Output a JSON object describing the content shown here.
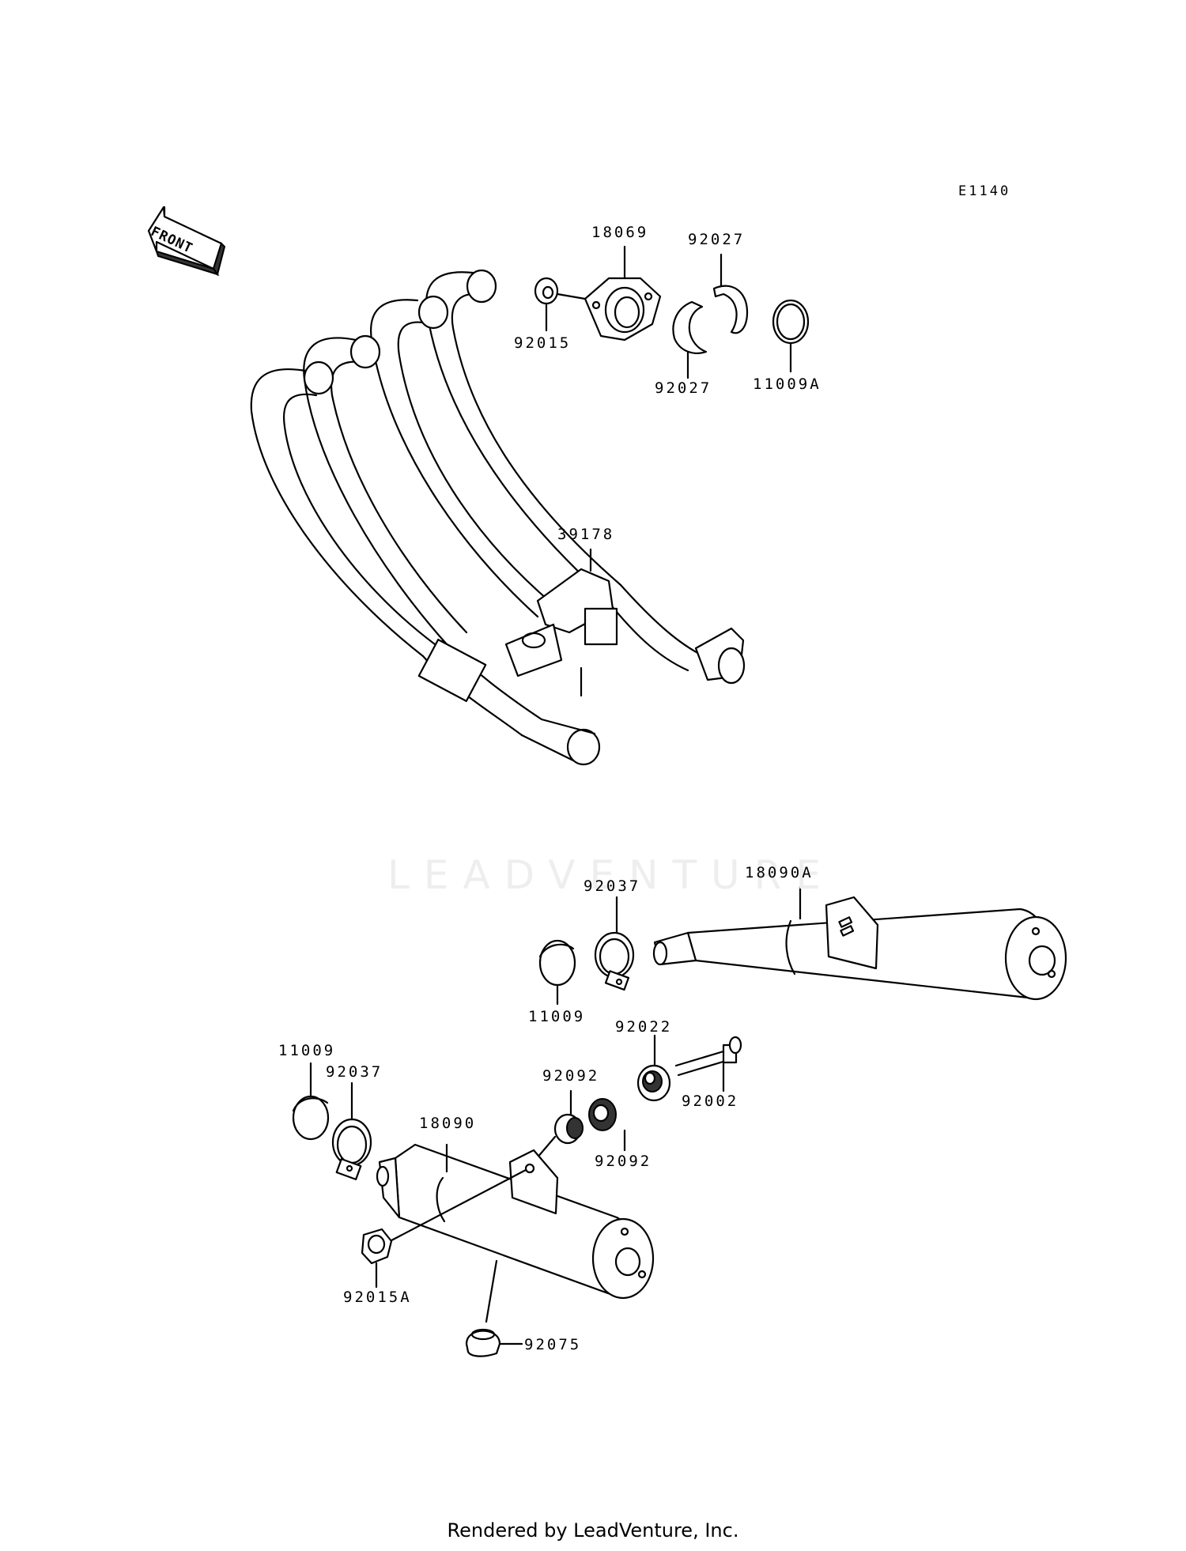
{
  "diagram_code": "E1140",
  "front_label": "FRONT",
  "watermark": "LEADVENTURE",
  "footer": "Rendered by LeadVenture, Inc.",
  "parts": {
    "p18069": "18069",
    "p92027_top": "92027",
    "p92015": "92015",
    "p92027_bottom": "92027",
    "p11009A": "11009A",
    "p39178": "39178",
    "p18090A": "18090A",
    "p92037_right": "92037",
    "p11009_right": "11009",
    "p92022": "92022",
    "p11009_left": "11009",
    "p92037_left": "92037",
    "p92092_top": "92092",
    "p92002": "92002",
    "p18090": "18090",
    "p92092_bottom": "92092",
    "p92015A": "92015A",
    "p92075": "92075"
  }
}
